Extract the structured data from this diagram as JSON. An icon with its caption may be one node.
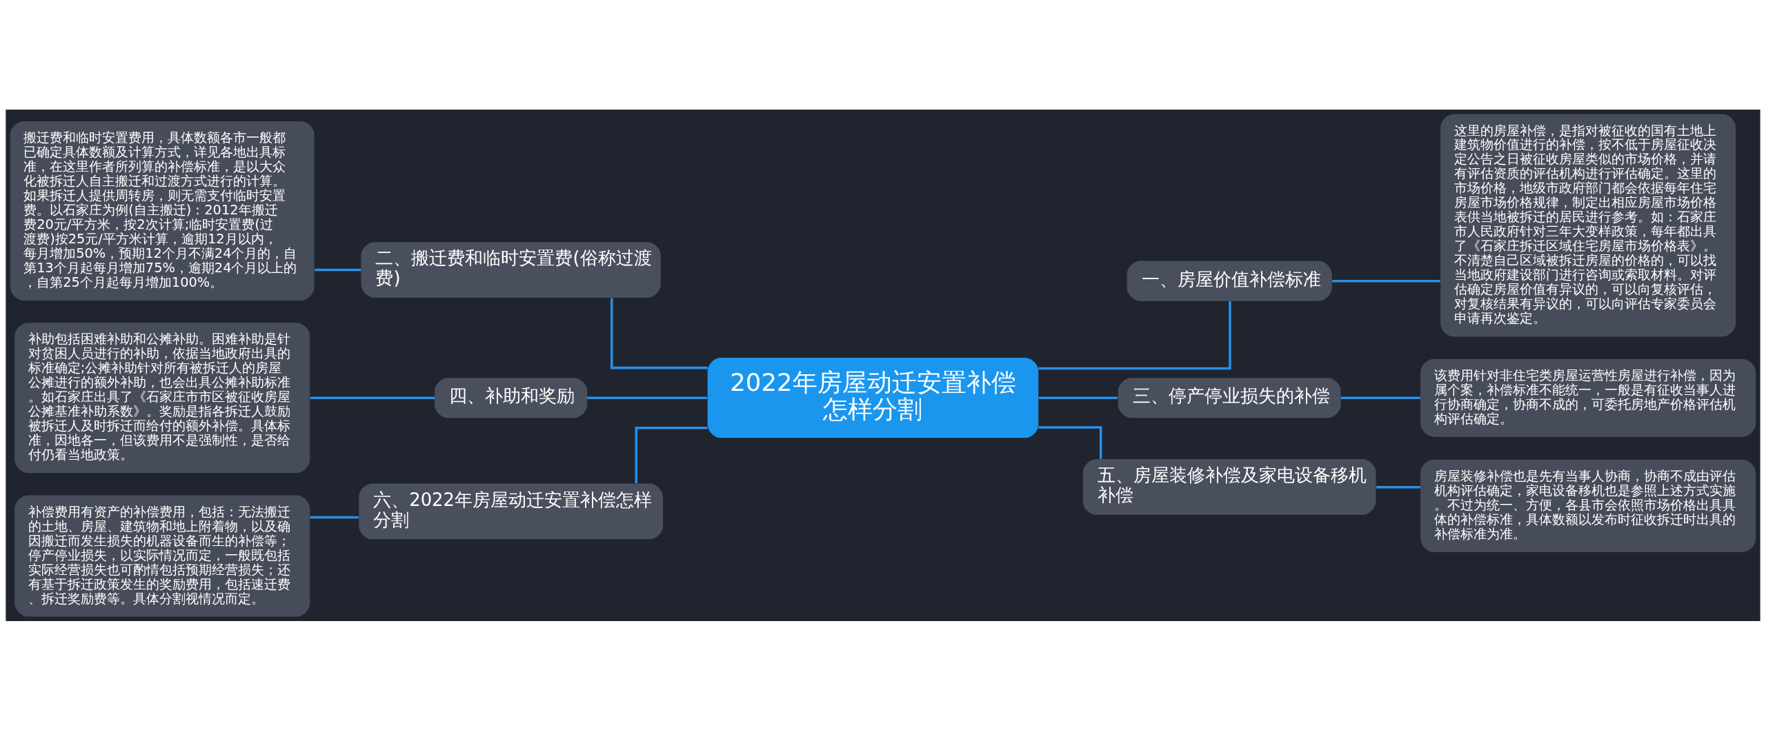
{
  "diagram": {
    "nodes": [
      {
        "text": [
          "2022年房屋动迁安置补偿怎样分割"
        ]
      },
      {
        "text": [
          "一、房屋价值补偿标准"
        ]
      },
      {
        "text": [
          "这里的房屋补偿，是指对被征收的国有土地上建筑物价值进行的补偿，按不低于房屋征收决定公告之日被征收房屋类似的市场价格，并请有评估资质的评估机构进行评估确定。这里的市场价格，地级市政府部门都会依据每年住宅房屋市场价格规律，制定出相应房屋市场价格表供当地被拆迁的居民进行参考。如：石家庄市人民政府针对三年大变样政策，每年都出具了《石家庄拆迁区域住宅房屋市场价格表》。不清楚自己区域被拆迁房屋的价格的，可以找当地政府建设部门进行咨询或索取材料。对评估确定房屋价值有异议的，可以向复核评估，对复核结果有异议的，可以向评估专家委员会申请再次鉴定。"
        ]
      },
      {
        "text": [
          "二、搬迁费和临时安置费(俗称过渡费)"
        ]
      },
      {
        "text": [
          "搬迁费和临时安置费用，具体数额各市一般都已确定具体数额及计算方式，详见各地出具标准，在这里作者所列算的补偿标准，是以大众化被拆迁人自主搬迁和过渡方式进行的计算。如果拆迁人提供周转房，则无需支付临时安置费。以石家庄为例(自主搬迁)：2012年搬迁费20元/平方米，按2次计算;临时安置费(过渡费)按25元/平方米计算，逾期12月以内，每月增加50%，预期12个月不满24个月的，自第13个月起每月增加75%，逾期24个月以上的，自第25个月起每月增加100%。"
        ]
      },
      {
        "text": [
          "三、停产停业损失的补偿"
        ]
      },
      {
        "text": [
          "该费用针对非住宅类房屋运营性房屋进行补偿，因为属个案，补偿标准不能统一，一般是有征收当事人进行协商确定，协商不成的，可委托房地产价格评估机构评估确定。"
        ]
      },
      {
        "text": [
          "四、补助和奖励"
        ]
      },
      {
        "text": [
          "补助包括困难补助和公摊补助。困难补助是针对贫困人员进行的补助，依据当地政府出具的标准确定;公摊补助针对所有被拆迁人的房屋公摊进行的额外补助，也会出具公摊补助标准。如石家庄出具了《石家庄市市区被征收房屋公摊基准补助系数》。奖励是指各拆迁人鼓励被拆迁人及时拆迁而给付的额外补偿。具体标准，因地各一，但该费用不是强制性，是否给付仍看当地政策。"
        ]
      },
      {
        "text": [
          "五、房屋装修补偿及家电设备移机补偿"
        ]
      },
      {
        "text": [
          "房屋装修补偿也是先有当事人协商，协商不成由评估机构评估确定，家电设备移机也是参照上述方式实施。不过为统一、方便，各县市会依照市场价格出具具体的补偿标准，具体数额以发布时征收拆迁时出具的补偿标准为准。"
        ]
      },
      {
        "text": [
          "六、2022年房屋动迁安置补偿怎样分割"
        ]
      },
      {
        "text": [
          "补偿费用有资产的补偿费用，包括：无法搬迁的土地、房屋、建筑物和地上附着物，以及确因搬迁而发生损失的机器设备而生的补偿等；停产停业损失，以实际情况而定，一般既包括实际经营损失也可酌情包括预期经营损失；还有基于拆迁政策发生的奖励费用，包括速迁费、拆迁奖励费等。具体分割视情况而定。"
        ]
      }
    ],
    "edges": [
      {
        "from": 0,
        "to": 1,
        "arrow": "none"
      },
      {
        "from": 1,
        "to": 2,
        "arrow": "none"
      },
      {
        "from": 0,
        "to": 3,
        "arrow": "none"
      },
      {
        "from": 3,
        "to": 4,
        "arrow": "none"
      },
      {
        "from": 0,
        "to": 5,
        "arrow": "none"
      },
      {
        "from": 5,
        "to": 6,
        "arrow": "none"
      },
      {
        "from": 0,
        "to": 7,
        "arrow": "none"
      },
      {
        "from": 7,
        "to": 8,
        "arrow": "none"
      },
      {
        "from": 0,
        "to": 9,
        "arrow": "none"
      },
      {
        "from": 9,
        "to": 10,
        "arrow": "none"
      },
      {
        "from": 0,
        "to": 11,
        "arrow": "none"
      },
      {
        "from": 11,
        "to": 12,
        "arrow": "none"
      }
    ]
  }
}
